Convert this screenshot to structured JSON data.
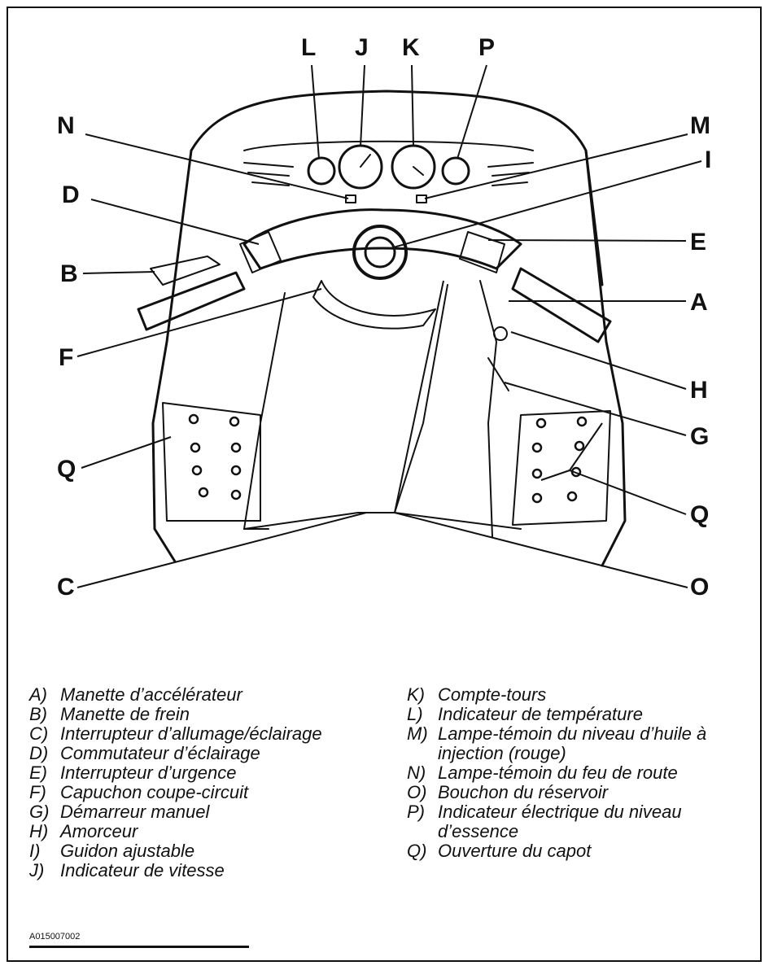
{
  "callouts": {
    "L": "L",
    "J": "J",
    "K": "K",
    "P": "P",
    "N": "N",
    "M": "M",
    "D": "D",
    "I": "I",
    "B": "B",
    "E": "E",
    "A": "A",
    "F": "F",
    "H": "H",
    "G": "G",
    "Q_left": "Q",
    "Q_right": "Q",
    "C": "C",
    "O": "O"
  },
  "legend": {
    "left": [
      {
        "key": "A)",
        "text": "Manette d’accélérateur"
      },
      {
        "key": "B)",
        "text": "Manette de frein"
      },
      {
        "key": "C)",
        "text": "Interrupteur d’allumage/éclairage"
      },
      {
        "key": "D)",
        "text": "Commutateur d’éclairage"
      },
      {
        "key": "E)",
        "text": "Interrupteur d’urgence"
      },
      {
        "key": "F)",
        "text": "Capuchon coupe-circuit"
      },
      {
        "key": "G)",
        "text": "Démarreur manuel"
      },
      {
        "key": "H)",
        "text": "Amorceur"
      },
      {
        "key": "I)",
        "text": "Guidon ajustable"
      },
      {
        "key": "J)",
        "text": "Indicateur de vitesse"
      }
    ],
    "right": [
      {
        "key": "K)",
        "text": "Compte-tours"
      },
      {
        "key": "L)",
        "text": "Indicateur de température"
      },
      {
        "key": "M)",
        "text": "Lampe-témoin du niveau d’huile à injection (rouge)"
      },
      {
        "key": "N)",
        "text": "Lampe-témoin du feu de route"
      },
      {
        "key": "O)",
        "text": "Bouchon du réservoir"
      },
      {
        "key": "P)",
        "text": "Indicateur électrique du niveau d’essence"
      },
      {
        "key": "Q)",
        "text": "Ouverture du capot"
      }
    ]
  },
  "footer": {
    "code": "A015007002"
  }
}
